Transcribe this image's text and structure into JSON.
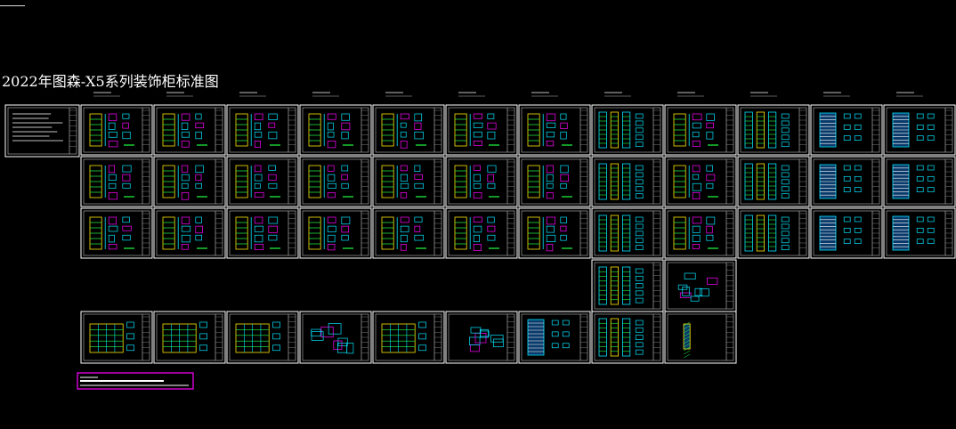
{
  "drawing": {
    "title": "2022年图森-X5系列装饰柜标准图"
  },
  "colors": {
    "background": "#000000",
    "frame": "#ffffff",
    "cyan": "#00e5ff",
    "yellow": "#ffe600",
    "green": "#22ff44",
    "magenta": "#ff00ff",
    "red": "#ff3333"
  },
  "sheets": {
    "index_sheet": {
      "kind": "cover"
    },
    "row_columns": 12,
    "upper_rows": 3,
    "extra_row_sheets": 2,
    "bottom_row_sheets": 9
  },
  "legend_box": {
    "kind": "block-legend"
  }
}
